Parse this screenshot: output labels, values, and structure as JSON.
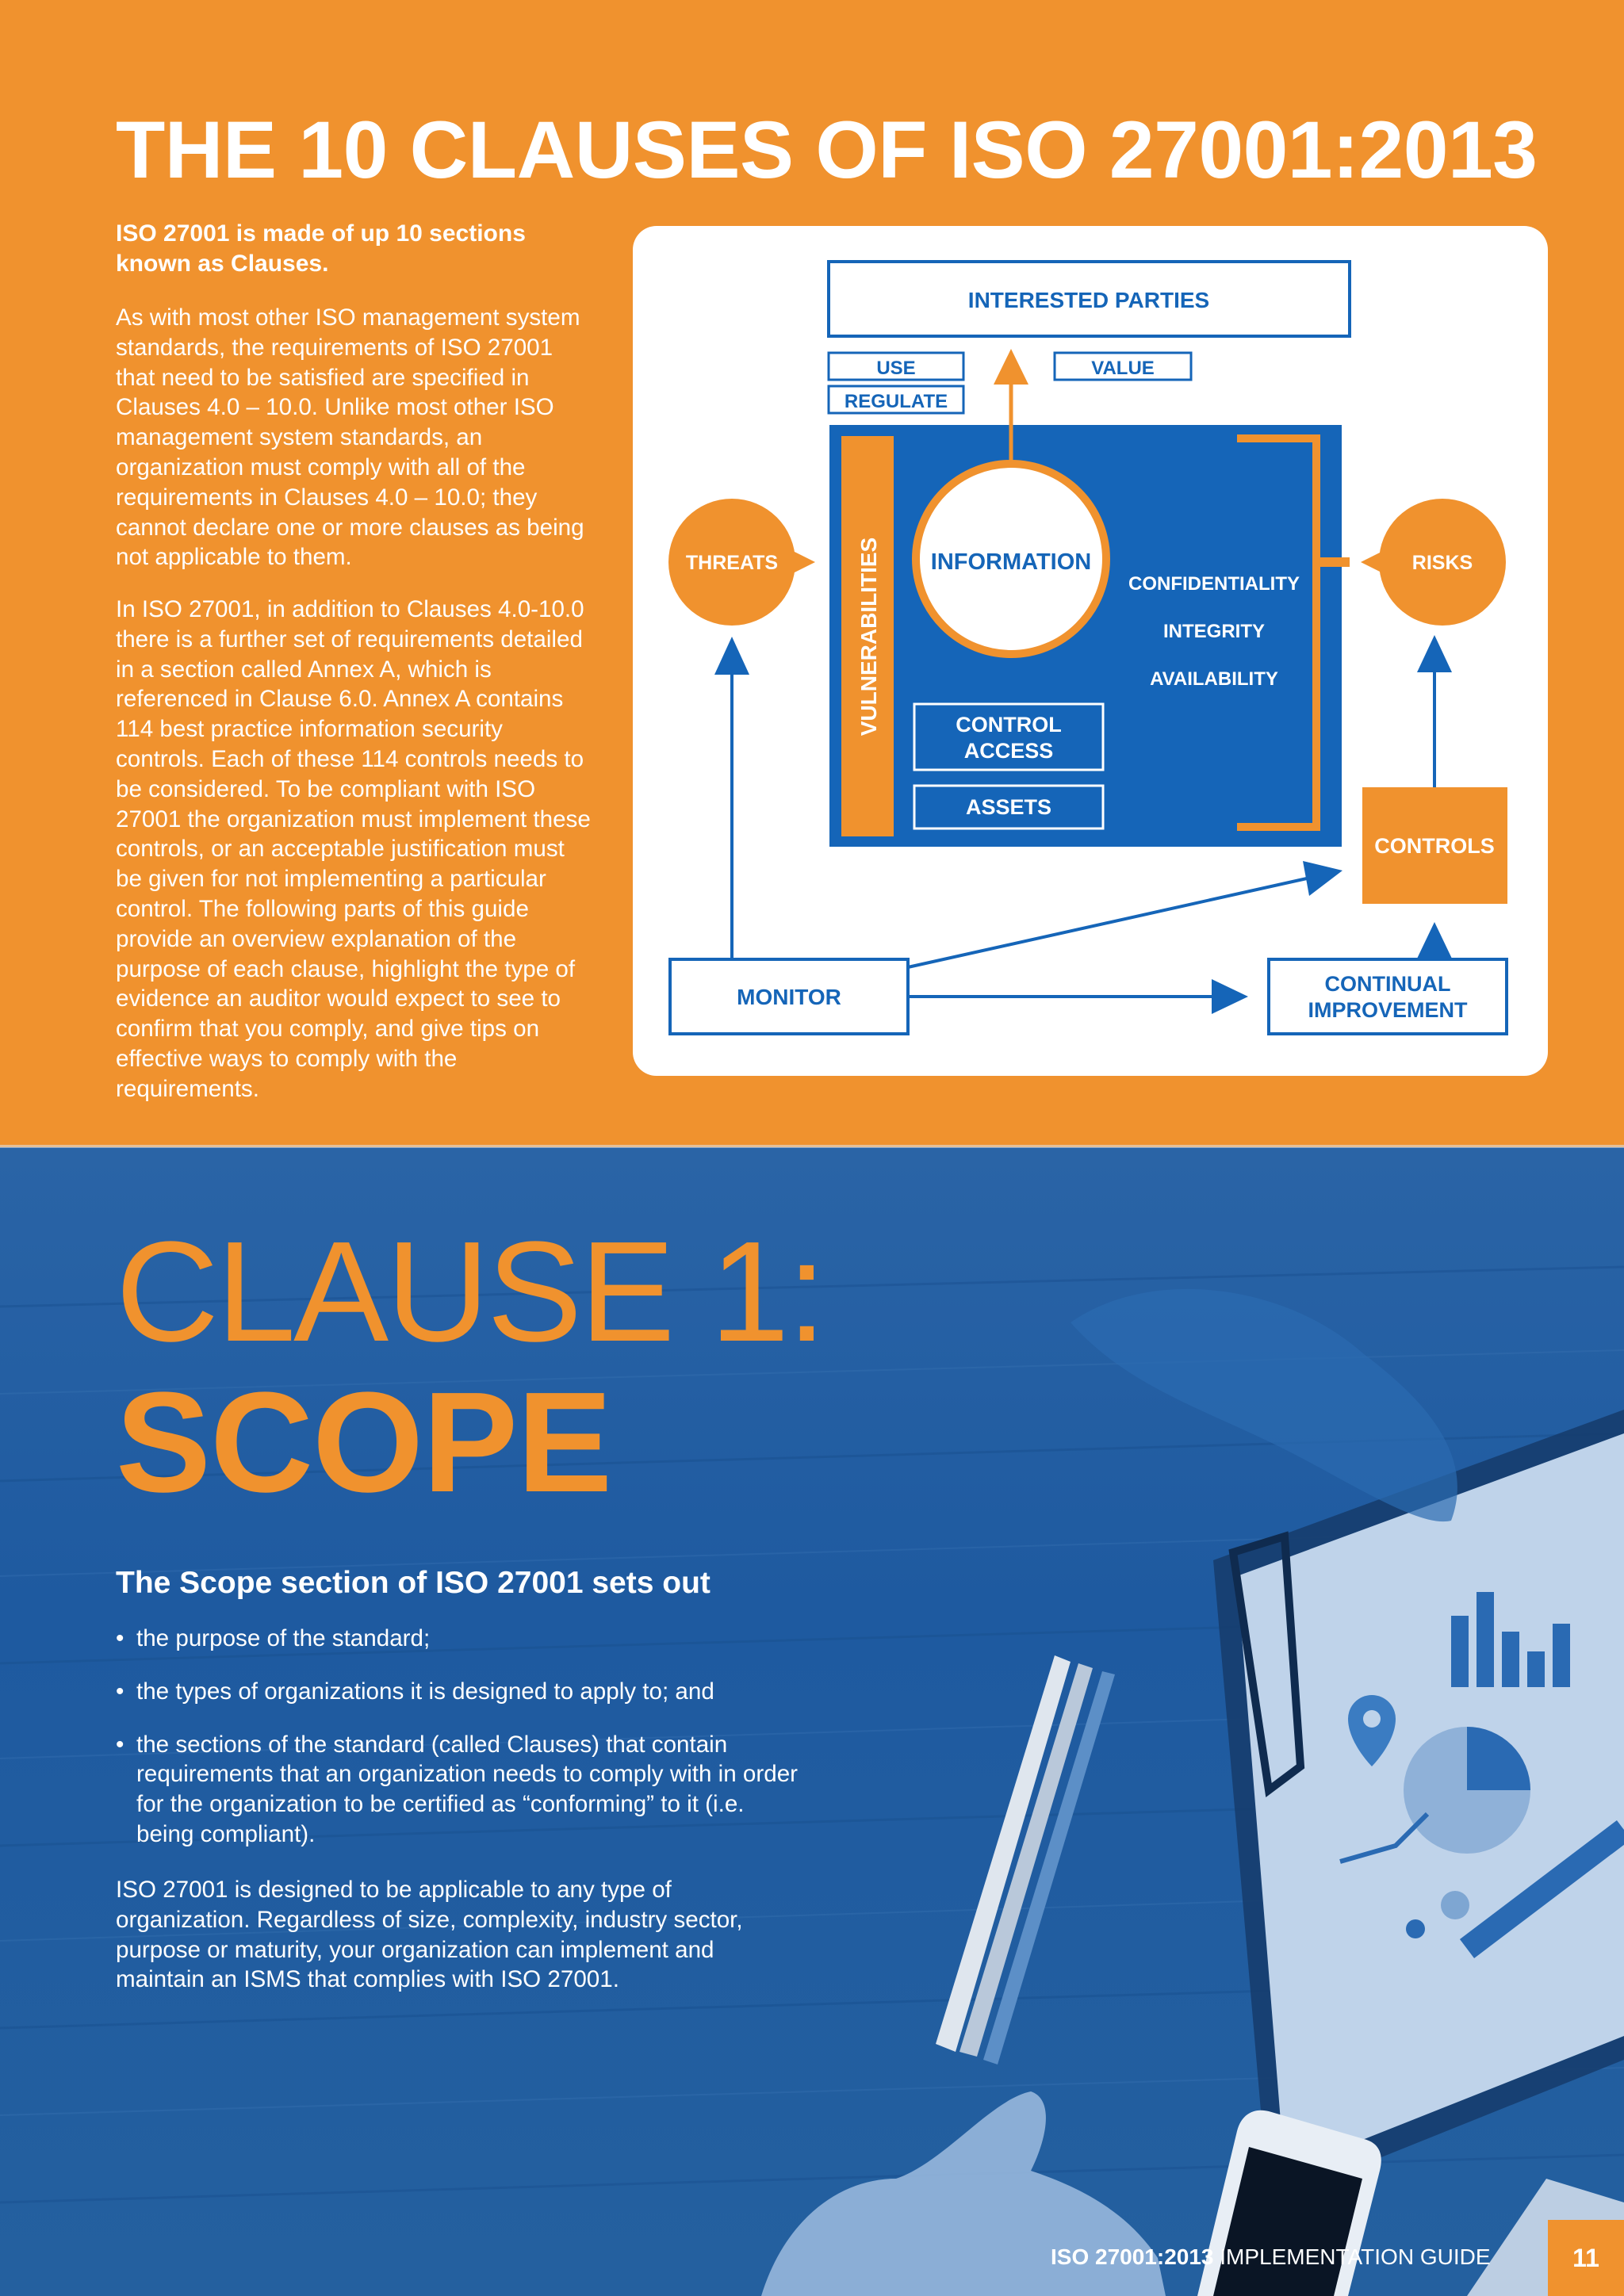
{
  "header": {
    "title": "THE 10 CLAUSES OF ISO 27001:2013",
    "lead": "ISO 27001 is made of up 10 sections known as Clauses.",
    "paragraph1": "As with most other ISO management system standards, the requirements of ISO 27001 that need to be satisfied are specified in Clauses 4.0 – 10.0. Unlike most other ISO management system standards, an organization must comply with all of the requirements in Clauses 4.0 – 10.0; they cannot declare one or more clauses as being not applicable to them.",
    "paragraph2": "In ISO 27001, in addition to Clauses 4.0-10.0 there is a further set of requirements detailed in a section called Annex A, which is referenced in Clause 6.0.  Annex A contains 114 best practice information security controls. Each of these 114 controls needs to be considered. To be compliant with ISO 27001 the organization must implement these controls, or an acceptable justification must be given for not implementing a particular control. The following parts of this guide provide an overview explanation of the purpose of each clause, highlight the type of evidence an auditor would expect to see to confirm that you comply, and give tips on effective ways to comply with the requirements."
  },
  "diagram": {
    "interested_parties": "INTERESTED PARTIES",
    "use": "USE",
    "value": "VALUE",
    "regulate": "REGULATE",
    "threats": "THREATS",
    "risks": "RISKS",
    "vulnerabilities": "VULNERABILITIES",
    "information": "INFORMATION",
    "confidentiality": "CONFIDENTIALITY",
    "integrity": "INTEGRITY",
    "availability": "AVAILABILITY",
    "control_access_line1": "CONTROL",
    "control_access_line2": "ACCESS",
    "assets": "ASSETS",
    "controls": "CONTROLS",
    "monitor": "MONITOR",
    "continual_line1": "CONTINUAL",
    "continual_line2": "IMPROVEMENT"
  },
  "clause": {
    "line1": "CLAUSE 1:",
    "line2": "SCOPE",
    "heading": "The Scope section of ISO 27001 sets out",
    "bullet_char": "•",
    "bullets": [
      "the purpose of the standard;",
      "the types of organizations it is designed to apply to; and",
      "the sections of the standard (called Clauses) that contain requirements that an organization needs to comply with in order for the organization to be certified as “conforming” to it (i.e. being compliant)."
    ],
    "closing": "ISO 27001 is designed to be applicable to any type of organization. Regardless of size, complexity, industry sector, purpose or maturity, your organization can implement and maintain an ISMS that complies with ISO 27001."
  },
  "footer": {
    "bold": "ISO 27001:2013",
    "light": " IMPLEMENTATION GUIDE",
    "page_number": "11"
  },
  "colors": {
    "orange": "#f0922e",
    "blue": "#1565b8",
    "white": "#ffffff"
  }
}
